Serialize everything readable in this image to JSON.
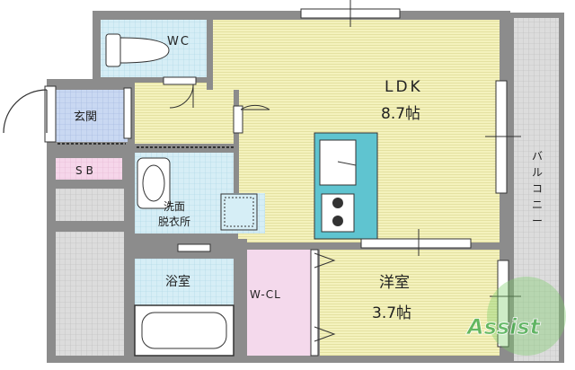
{
  "rooms": {
    "wc": "WC",
    "ldk": "LDK",
    "ldk_size": "8.7帖",
    "genkan": "玄関",
    "sb": "SB",
    "senmen_line1": "洗面",
    "senmen_line2": "脱衣所",
    "yokushitsu": "浴室",
    "wcl": "W-CL",
    "youshitsu": "洋室",
    "youshitsu_size": "3.7帖",
    "balcony_chars": [
      "バ",
      "ル",
      "コ",
      "ニ",
      "ー"
    ]
  },
  "watermark": "Assist",
  "colors": {
    "wall": "#8c8c8c",
    "ldk_floor": "#f4f2bd",
    "wet_floor": "#d6eef6",
    "genkan_floor": "#c9d8f2",
    "sb_floor": "#f6d6ea",
    "wcl_floor": "#f4d9ec",
    "balcony": "#dedede",
    "logo_green": "#4caf50"
  }
}
